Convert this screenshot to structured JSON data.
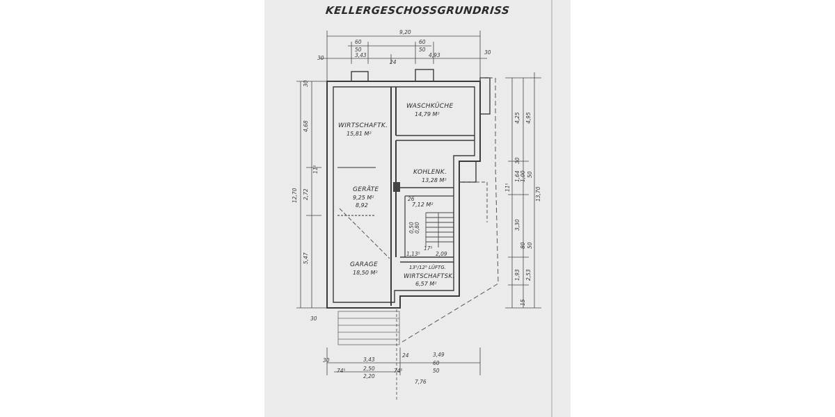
{
  "title": "KELLERGESCHOSSGRUNDRISS",
  "rooms": {
    "wirtschaftk_top": {
      "name": "WIRTSCHAFTK.",
      "area": "15,81 M²"
    },
    "waschkueche": {
      "name": "WASCHKÜCHE",
      "area": "14,79 M²"
    },
    "kohlenk": {
      "name": "KOHLENK.",
      "area": "13,28 M²"
    },
    "geraete": {
      "name": "GERÄTE",
      "area": "9,25 M²",
      "area_alt": "8,92"
    },
    "flur": {
      "area": "7,12 M²"
    },
    "garage": {
      "name": "GARAGE",
      "area": "18,50 M²"
    },
    "wirtschaftsk_bottom": {
      "name": "WIRTSCHAFTSK.",
      "area": "6,57 M²",
      "note": "13⁵/12⁵ LÜFTG."
    }
  },
  "dims_top": {
    "total": "9,20",
    "left": "3,43",
    "right": "4,93",
    "sub1": "60",
    "sub1b": "50",
    "sub2": "60",
    "sub2b": "50",
    "wall": "24",
    "edge_l": "30",
    "edge_r": "30"
  },
  "dims_left": {
    "total": "12,70",
    "d1": "4,68",
    "d2": "2,72",
    "d3": "5,47",
    "w1": "11⁵",
    "w2": "30",
    "w3": "30"
  },
  "dims_right": {
    "total": "13,70",
    "d1": "4,25",
    "d2": "4,95",
    "d3": "3,30",
    "d4": "1,93",
    "d5": "2,53",
    "small1": "1,64",
    "small2": "1,00",
    "small3": "11⁵",
    "small4": "30",
    "small5": "50",
    "small6": "80",
    "small7": "50",
    "small8": "15"
  },
  "dims_bottom": {
    "left": "3,43",
    "right": "3,49",
    "total": "7,76",
    "sub1": "2,50",
    "sub2": "2,20",
    "sub3": "60",
    "sub4": "50",
    "edge": "30",
    "w": "24",
    "w2": "74⁵",
    "w3": "74⁵"
  },
  "inner_dims": {
    "a": "26",
    "b": "1,13⁵",
    "c": "2,09",
    "d": "17⁵",
    "e": "0,50",
    "f": "0,80"
  }
}
